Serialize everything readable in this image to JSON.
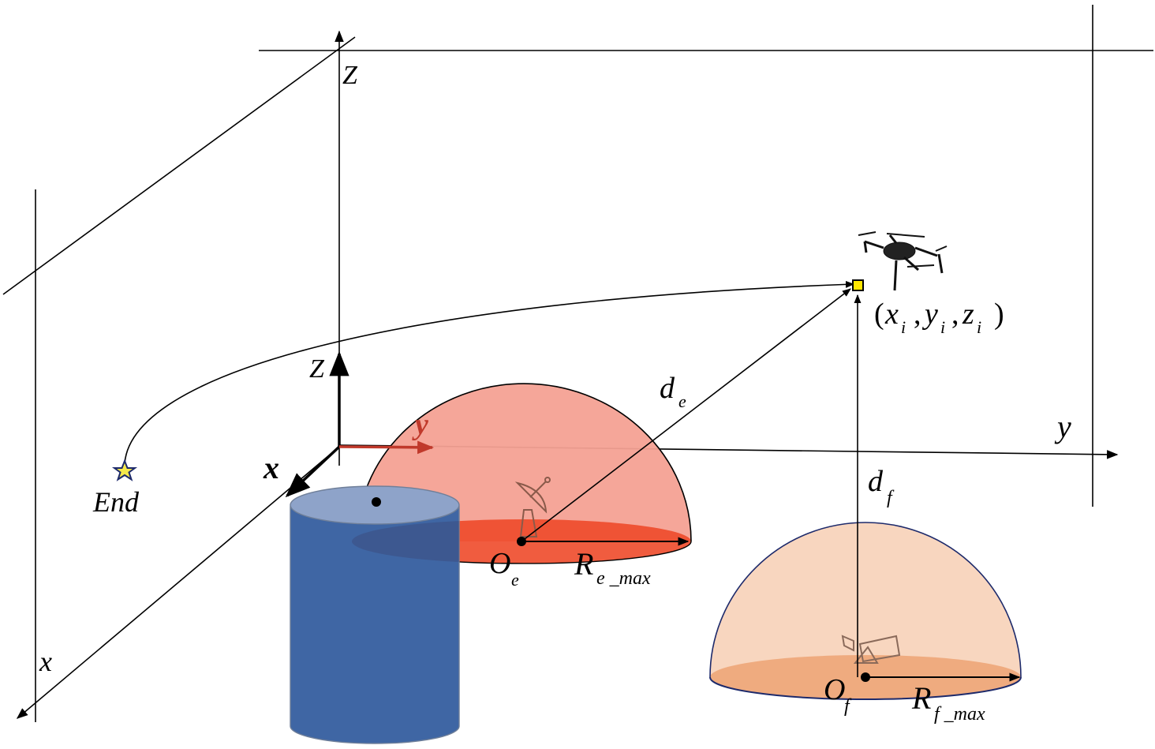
{
  "labels": {
    "z_far": "Z",
    "z_local": "Z",
    "x_far": "x",
    "y_far": "y",
    "x_local": "x",
    "y_local": "y",
    "end": "End",
    "coord_open": "(",
    "coord_x": "x",
    "coord_y": "y",
    "coord_z": "z",
    "coord_sub": "i",
    "comma": ",",
    "coord_close": ")",
    "d_e": "d",
    "d_e_sub": "e",
    "d_f": "d",
    "d_f_sub": "f",
    "o_e": "O",
    "o_e_sub": "e",
    "o_f": "O",
    "o_f_sub": "f",
    "r_e": "R",
    "r_e_sub": "e _max",
    "r_f": "R",
    "r_f_sub": "f _max"
  },
  "colors": {
    "hemisphere_e_fill": "#f4a193",
    "hemisphere_e_base": "#ee4a2a",
    "hemisphere_f_fill": "#f8d6bf",
    "hemisphere_f_base": "#efab7f",
    "cylinder_body": "#3f66a4",
    "cylinder_top": "#8ea3c9",
    "local_y_axis": "#c0392b",
    "end_star": "#f5e94b",
    "uav_marker": "#ffe600"
  }
}
